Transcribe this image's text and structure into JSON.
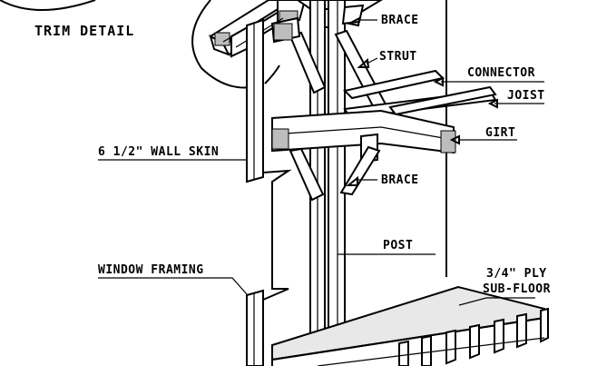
{
  "labels": {
    "trim_detail": "TRIM DETAIL",
    "brace_top": "BRACE",
    "strut": "STRUT",
    "connector": "CONNECTOR",
    "joist": "JOIST",
    "girt": "GIRT",
    "wall_skin": "6 1/2\" WALL SKIN",
    "brace_bottom": "BRACE",
    "post": "POST",
    "window_framing": "WINDOW FRAMING",
    "ply_line1": "3/4\" PLY",
    "ply_line2": "SUB-FLOOR"
  }
}
